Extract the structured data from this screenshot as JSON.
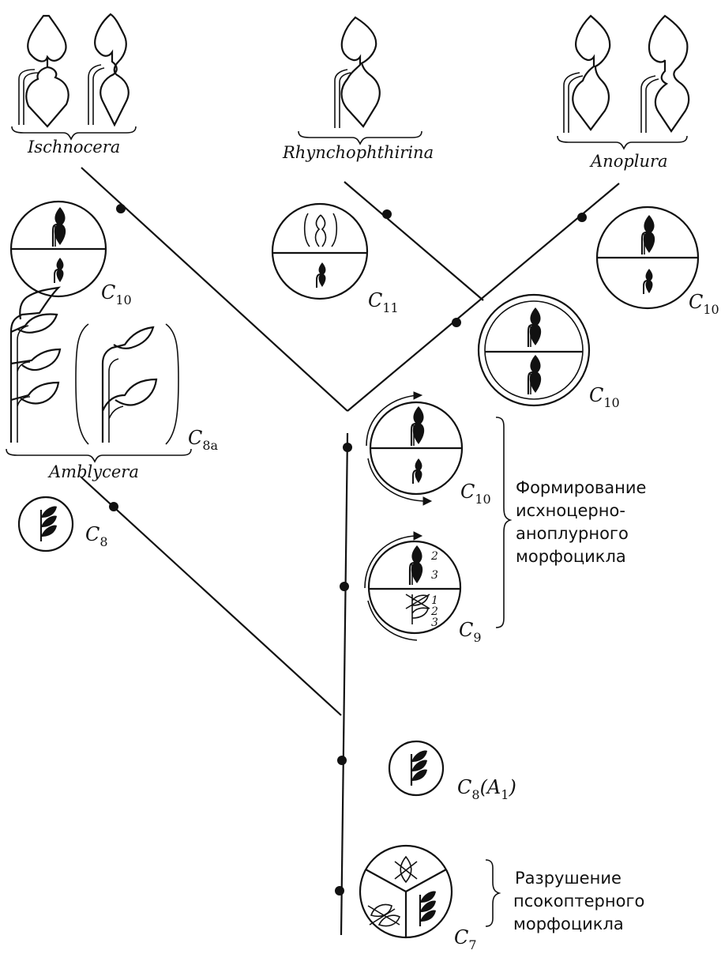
{
  "taxa": {
    "ischnocera": "Ischnocera",
    "rhynchophthirina": "Rhynchophthirina",
    "anoplura": "Anoplura",
    "amblycera": "Amblycera"
  },
  "labels": {
    "c10_a": {
      "main": "C",
      "sub": "10"
    },
    "c11": {
      "main": "C",
      "sub": "11"
    },
    "c10_b": {
      "main": "C",
      "sub": "10"
    },
    "c10_c": {
      "main": "C",
      "sub": "10"
    },
    "c8a": {
      "main": "C",
      "sub": "8a"
    },
    "c8": {
      "main": "C",
      "sub": "8"
    },
    "c10_d": {
      "main": "C",
      "sub": "10"
    },
    "c9": {
      "main": "C",
      "sub": "9"
    },
    "c8a1": {
      "main": "C",
      "sub": "8",
      "tail": "(A",
      "tail_sub": "1",
      "close": ")"
    },
    "c7": {
      "main": "C",
      "sub": "7"
    }
  },
  "annotations": {
    "formation": [
      "Формирование",
      "исхноцерно-",
      "аноплурного",
      "морфоцикла"
    ],
    "destruction": [
      "Разрушение",
      "псокоптерного",
      "морфоцикла"
    ]
  },
  "numbers": {
    "upper": [
      "2",
      "3"
    ],
    "lower": [
      "1",
      "2",
      "3"
    ]
  }
}
